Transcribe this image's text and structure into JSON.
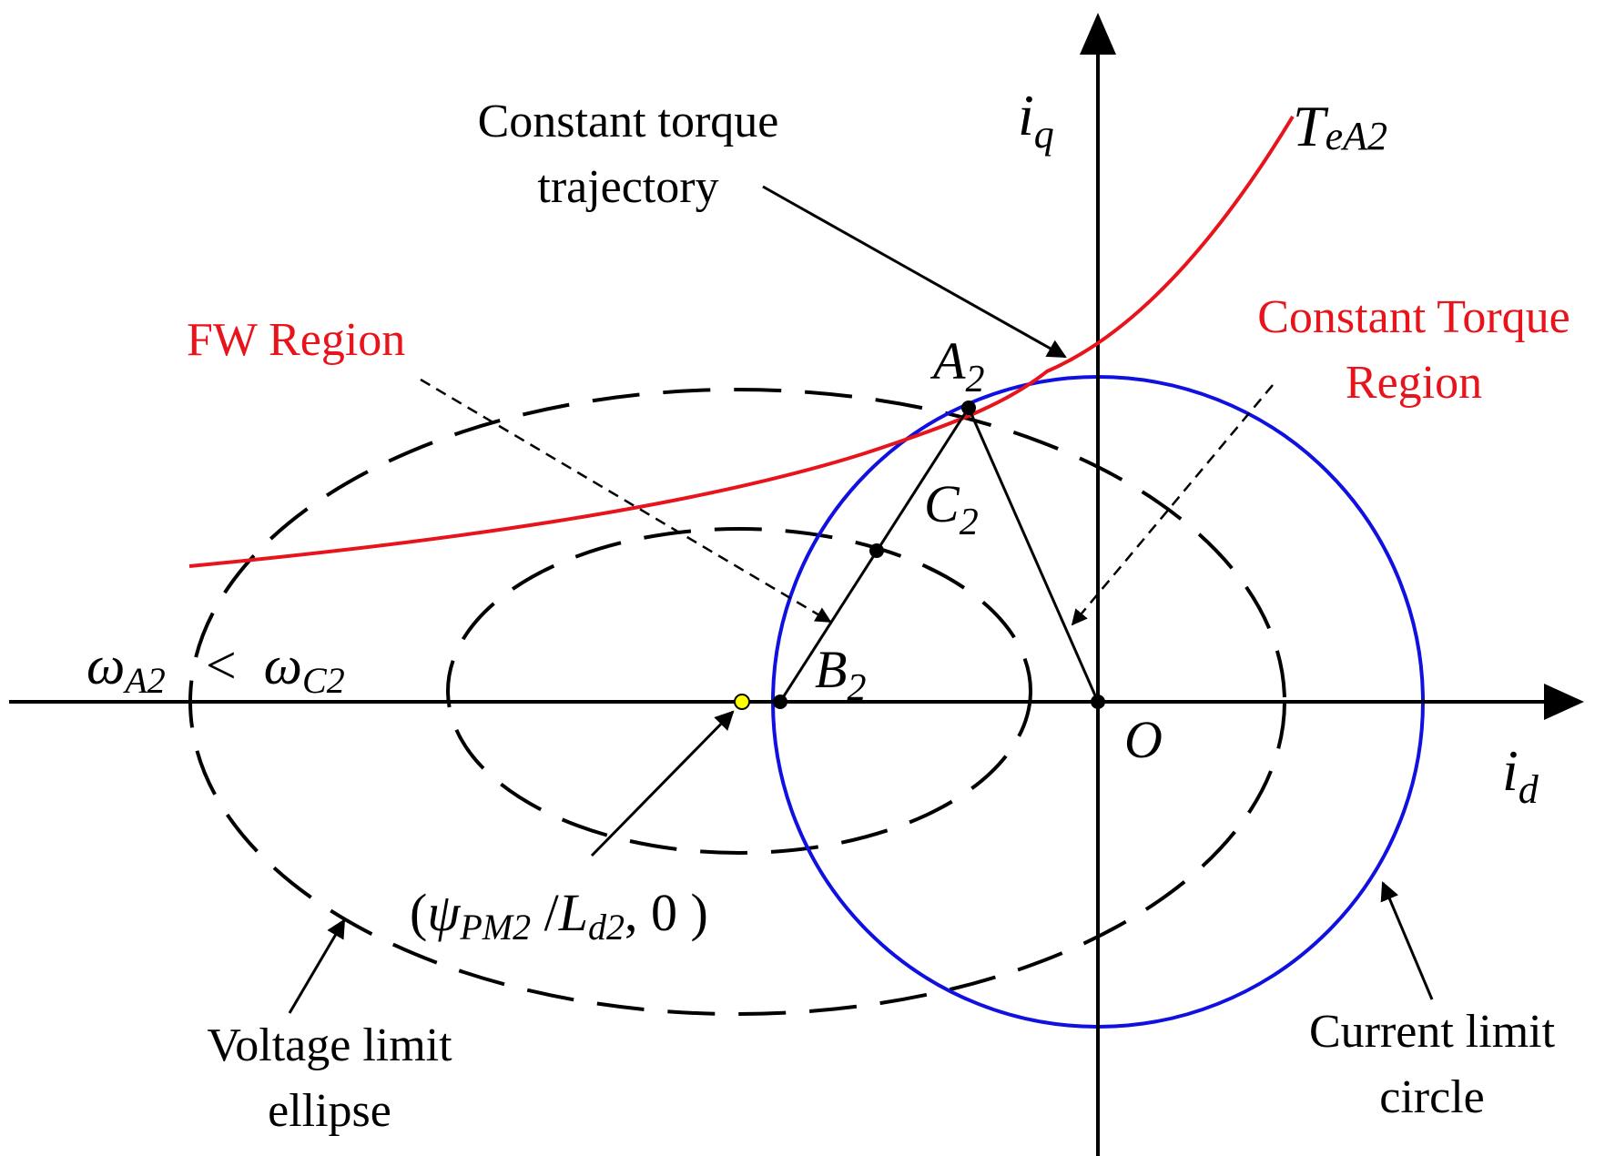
{
  "colors": {
    "axis": "#000000",
    "torque_curve": "#e8141c",
    "current_circle": "#1010e0",
    "voltage_ellipse": "#000000",
    "pm_point_fill": "#ffff00"
  },
  "axes": {
    "d_axis": {
      "var": "i",
      "sub": "d"
    },
    "q_axis": {
      "var": "i",
      "sub": "q"
    }
  },
  "labels": {
    "torque_curve": {
      "var": "T",
      "sub": "eA2"
    },
    "constant_torque_trajectory": {
      "line1": "Constant torque",
      "line2": "trajectory"
    },
    "fw_region": "FW Region",
    "constant_torque_region": {
      "line1": "Constant Torque",
      "line2": "Region"
    },
    "speed_relation": {
      "w1": "ω",
      "s1": "A2",
      "op": "<",
      "w2": "ω",
      "s2": "C2"
    },
    "voltage_limit_ellipse": {
      "line1": "Voltage limit",
      "line2": "ellipse"
    },
    "current_limit_circle": {
      "line1": "Current limit",
      "line2": "circle"
    },
    "pm_point": {
      "open": "(",
      "psi": "ψ",
      "psi_sub": "PM2",
      "slash": " /",
      "L": "L",
      "L_sub": "d2",
      "rest": ", 0 )"
    }
  },
  "points": {
    "A2": {
      "letter": "A",
      "sub": "2"
    },
    "B2": {
      "letter": "B",
      "sub": "2"
    },
    "C2": {
      "letter": "C",
      "sub": "2"
    },
    "O": "O"
  }
}
